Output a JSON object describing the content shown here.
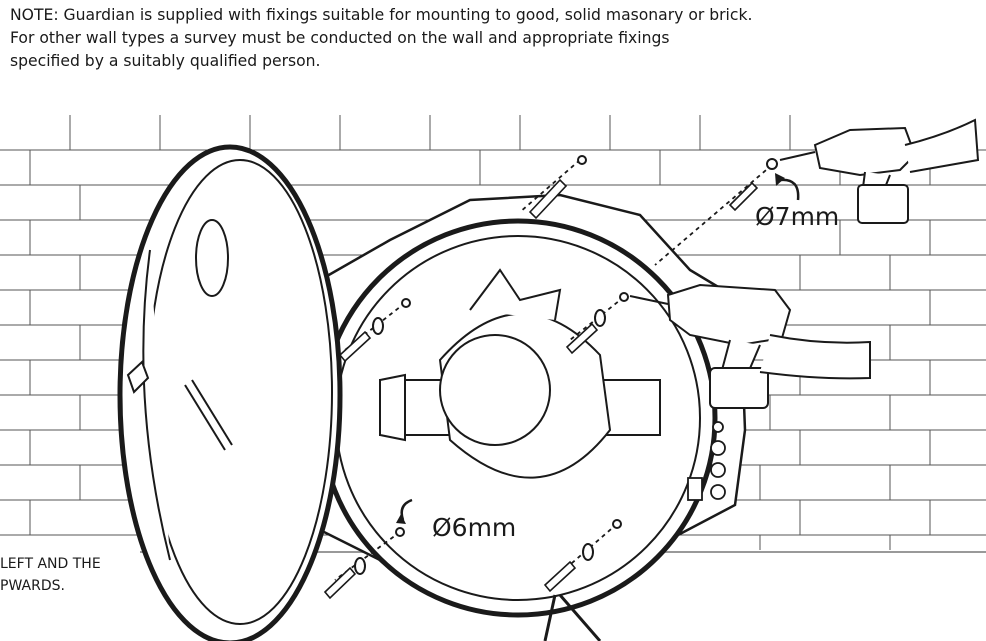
{
  "note": {
    "lines": [
      "NOTE: Guardian is supplied with fixings suitable for mounting to good, solid masonary or brick.",
      "For other wall types a survey must be conducted on the wall and appropriate fixings",
      "specified by a suitably qualified person."
    ]
  },
  "labels": {
    "drill_top": "Ø7mm",
    "drill_bottom": "Ø6mm",
    "cut_text_line1": "LEFT AND THE",
    "cut_text_line2": "PWARDS."
  },
  "colors": {
    "line": "#1a1a1a",
    "cabinet_fill": "#ffffff",
    "brick_line": "#555555"
  }
}
